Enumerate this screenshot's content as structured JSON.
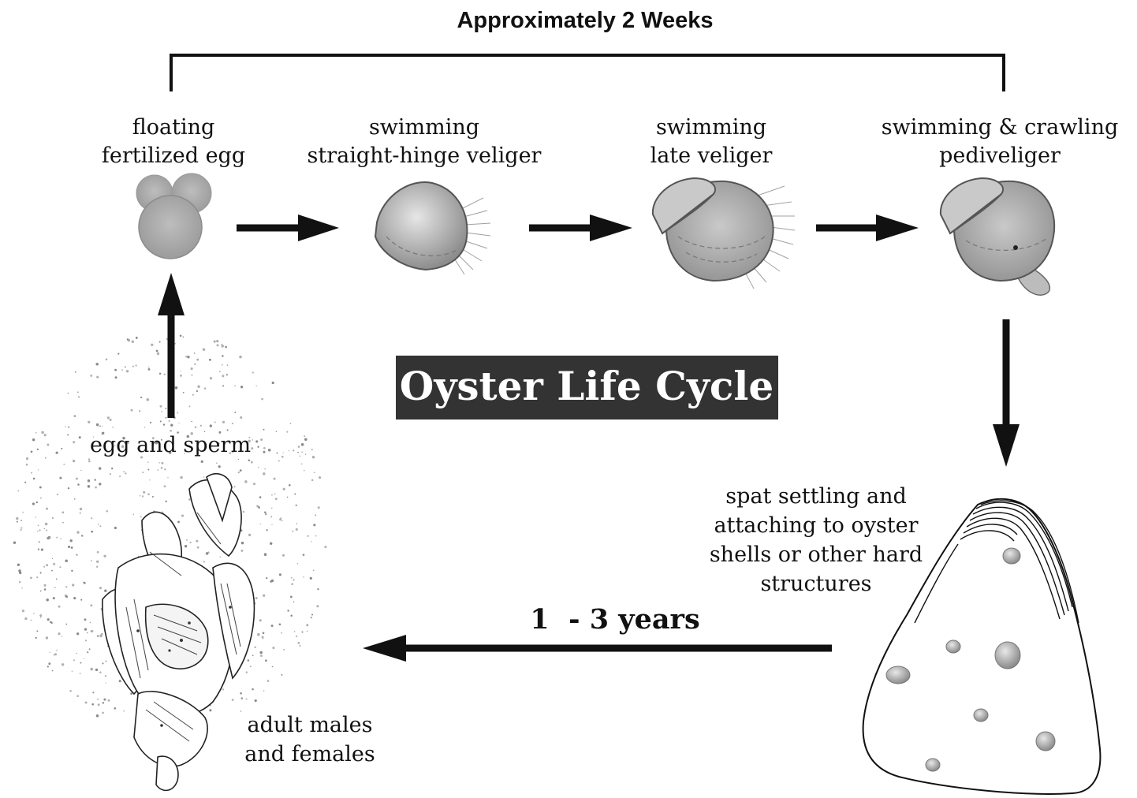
{
  "header": {
    "duration_label": "Approximately 2 Weeks"
  },
  "title_box": {
    "title": "Oyster Life Cycle"
  },
  "stages": {
    "egg": {
      "line1": "floating",
      "line2": "fertilized egg"
    },
    "straight": {
      "line1": "swimming",
      "line2": "straight-hinge veliger"
    },
    "late": {
      "line1": "swimming",
      "line2": "late veliger"
    },
    "pedi": {
      "line1": "swimming & crawling",
      "line2": "pediveliger"
    },
    "spat": {
      "line1": "spat settling and",
      "line2": "attaching to oyster",
      "line3": "shells or other hard",
      "line4": "structures"
    },
    "adult": {
      "line1": "adult males",
      "line2": "and females"
    },
    "spawn": {
      "label": "egg and sperm"
    }
  },
  "growth": {
    "label": "1  - 3 years"
  }
}
